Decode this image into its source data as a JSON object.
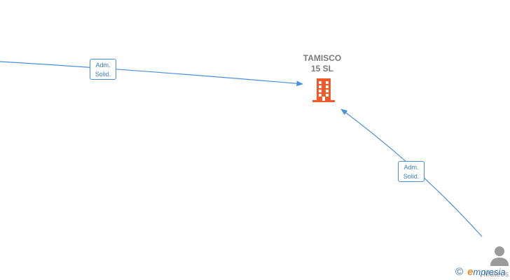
{
  "company": {
    "name_line1": "TAMISCO",
    "name_line2": "15  SL",
    "icon": "building-icon",
    "color": "#f05a28"
  },
  "relations": [
    {
      "label_line1": "Adm.",
      "label_line2": "Solid."
    },
    {
      "label_line1": "Adm.",
      "label_line2": "Solid."
    }
  ],
  "person": {
    "icon": "person-icon",
    "name": "Mateos"
  },
  "watermark": {
    "symbol": "©",
    "brand_initial": "e",
    "brand_rest": "mpresia"
  },
  "colors": {
    "edge": "#4a90d9",
    "label_text": "#3a7bc8",
    "person": "#9a9a9a"
  }
}
